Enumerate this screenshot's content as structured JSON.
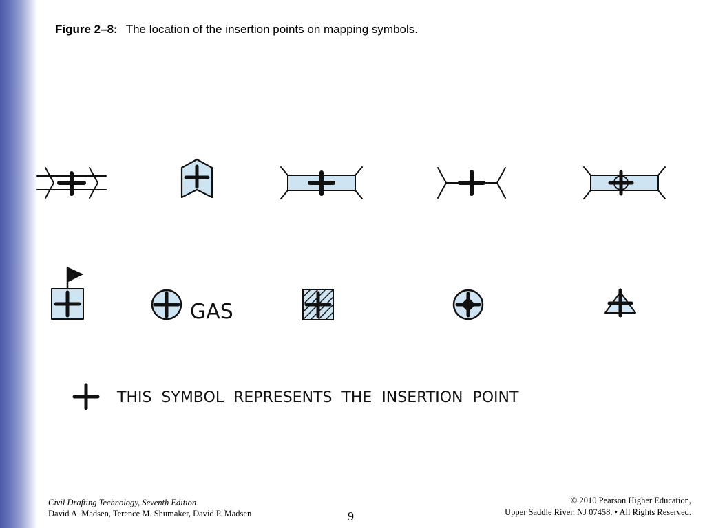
{
  "slide": {
    "figure_label": "Figure 2–8:",
    "caption": "The location of the insertion points on mapping symbols."
  },
  "symbols": {
    "gas_label": "GAS",
    "legend_text": "THIS  SYMBOL  REPRESENTS  THE  INSERTION  POINT",
    "fill_color": "#cfe4f3",
    "stroke_color": "#111111"
  },
  "footer": {
    "book_title": "Civil Drafting Technology, Seventh Edition",
    "authors": "David A. Madsen, Terence M. Shumaker, David P. Madsen",
    "page_number": "9",
    "copyright_line1": "© 2010 Pearson Higher Education,",
    "copyright_line2": "Upper Saddle River, NJ 07458. • All Rights Reserved."
  }
}
